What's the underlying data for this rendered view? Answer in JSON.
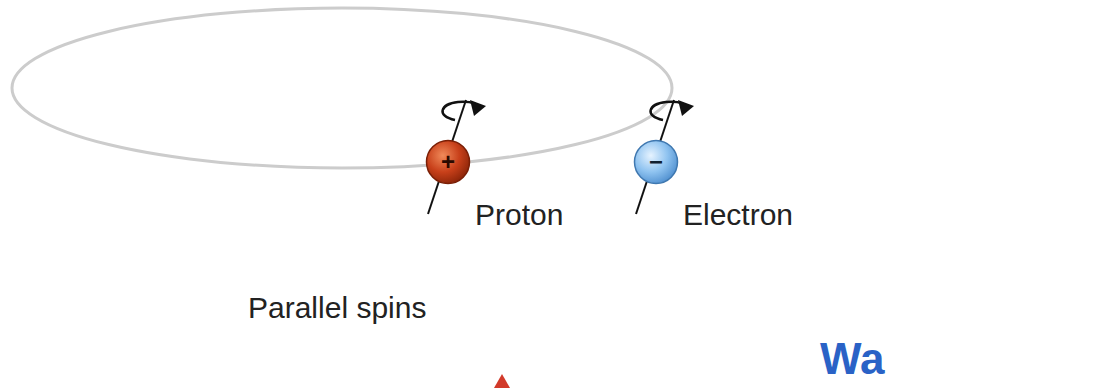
{
  "diagram": {
    "nodes": [
      {
        "text": [
          "+",
          "Proton"
        ]
      },
      {
        "text": [
          "−",
          "Electron"
        ]
      }
    ],
    "labels": [
      "Parallel spins",
      "Wa"
    ]
  }
}
